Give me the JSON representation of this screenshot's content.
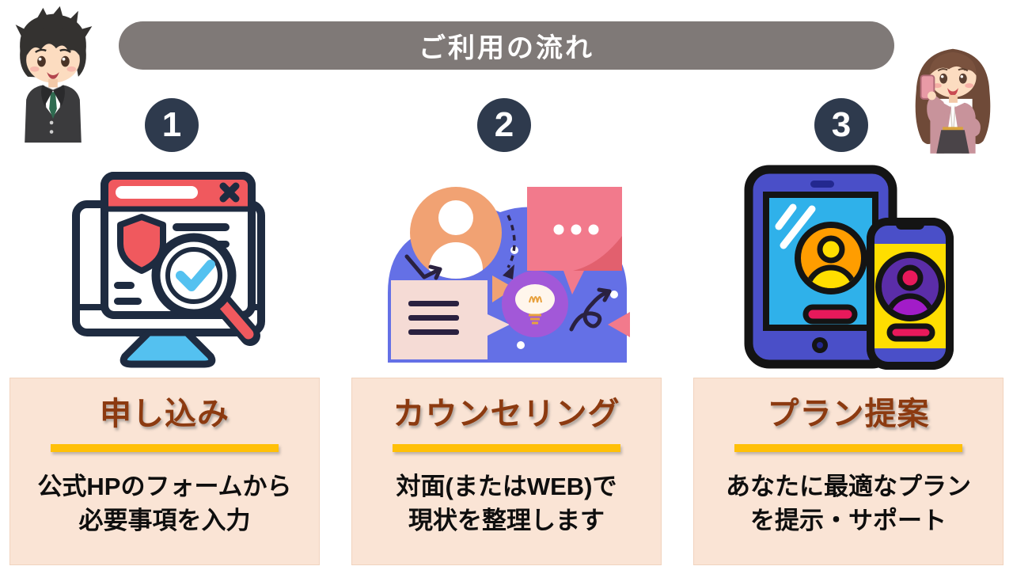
{
  "header": {
    "title": "ご利用の流れ"
  },
  "steps": [
    {
      "number": "1",
      "title": "申し込み",
      "desc_line1": "公式HPのフォームから",
      "desc_line2": "必要事項を入力",
      "icon": "monitor-search-illustration"
    },
    {
      "number": "2",
      "title": "カウンセリング",
      "desc_line1": "対面(またはWEB)で",
      "desc_line2": "現状を整理します",
      "icon": "counseling-discussion-illustration"
    },
    {
      "number": "3",
      "title": "プラン提案",
      "desc_line1": "あなたに最適なプラン",
      "desc_line2": "を提示・サポート",
      "icon": "tablet-phone-profile-illustration"
    }
  ],
  "characters": {
    "left": "businessman-character",
    "right": "businesswoman-with-phone-character"
  },
  "colors": {
    "header_bg": "#7F7977",
    "step_circle": "#2E3A4D",
    "card_bg": "#FAE4D5",
    "card_title": "#8C3A10",
    "divider": "#FFC008",
    "illustration_outline": "#1E2B40",
    "illustration_red": "#F0595E",
    "illustration_blue": "#54C1F0",
    "illustration_periwinkle": "#6470E6",
    "tablet_blue": "#4A4FC8",
    "phone_yellow": "#FFDE00",
    "accent_pink": "#E8195B"
  }
}
